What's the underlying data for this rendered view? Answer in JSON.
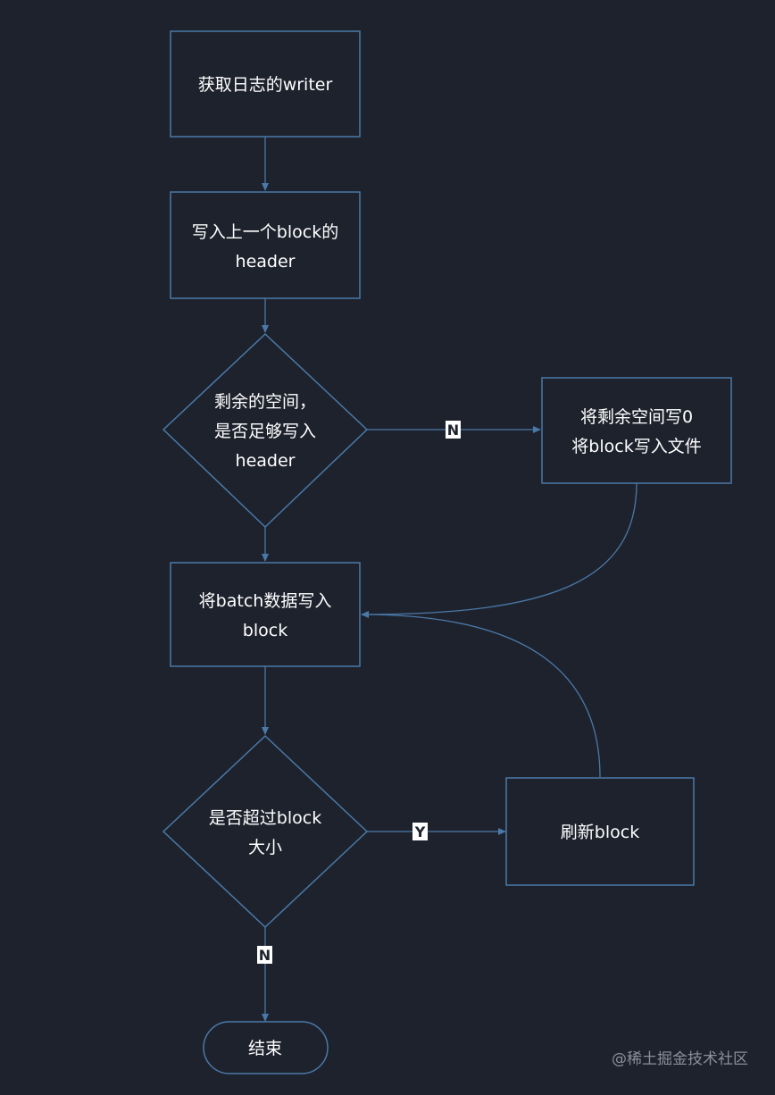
{
  "nodes": {
    "get_writer": [
      "获取日志的writer"
    ],
    "write_header": [
      "写入上一个block的",
      "header"
    ],
    "check_space": [
      "剩余的空间，",
      "是否足够写入",
      "header"
    ],
    "pad_flush": [
      "将剩余空间写0",
      "将block写入文件"
    ],
    "write_batch": [
      "将batch数据写入",
      "block"
    ],
    "check_size": [
      "是否超过block",
      "大小"
    ],
    "flush_block": [
      "刷新block"
    ],
    "end": [
      "结束"
    ]
  },
  "edges": {
    "space_no": "N",
    "size_yes": "Y",
    "size_no": "N"
  },
  "watermark": "@稀土掘金技术社区"
}
